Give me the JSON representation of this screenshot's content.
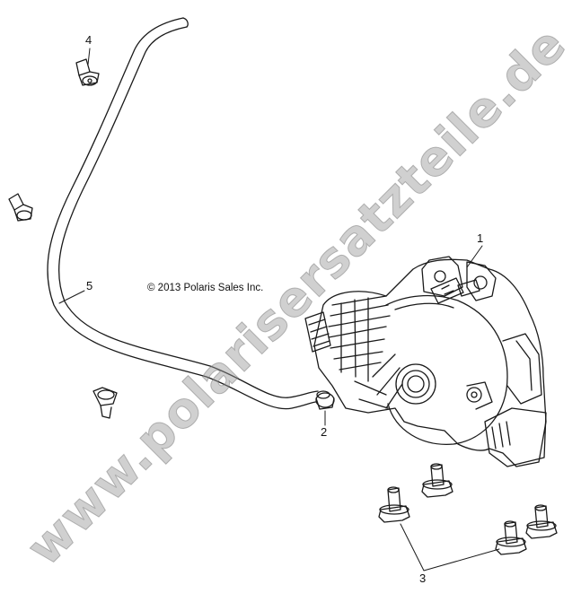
{
  "colors": {
    "line": "#1a1a1a",
    "watermark": "#9a9a9a"
  },
  "copyright": "© 2013 Polaris Sales Inc.",
  "watermark": "www.polarisersatzteile.de",
  "callouts": [
    {
      "id": "1",
      "label": "1"
    },
    {
      "id": "2",
      "label": "2"
    },
    {
      "id": "3",
      "label": "3"
    },
    {
      "id": "4",
      "label": "4"
    },
    {
      "id": "5",
      "label": "5"
    }
  ]
}
